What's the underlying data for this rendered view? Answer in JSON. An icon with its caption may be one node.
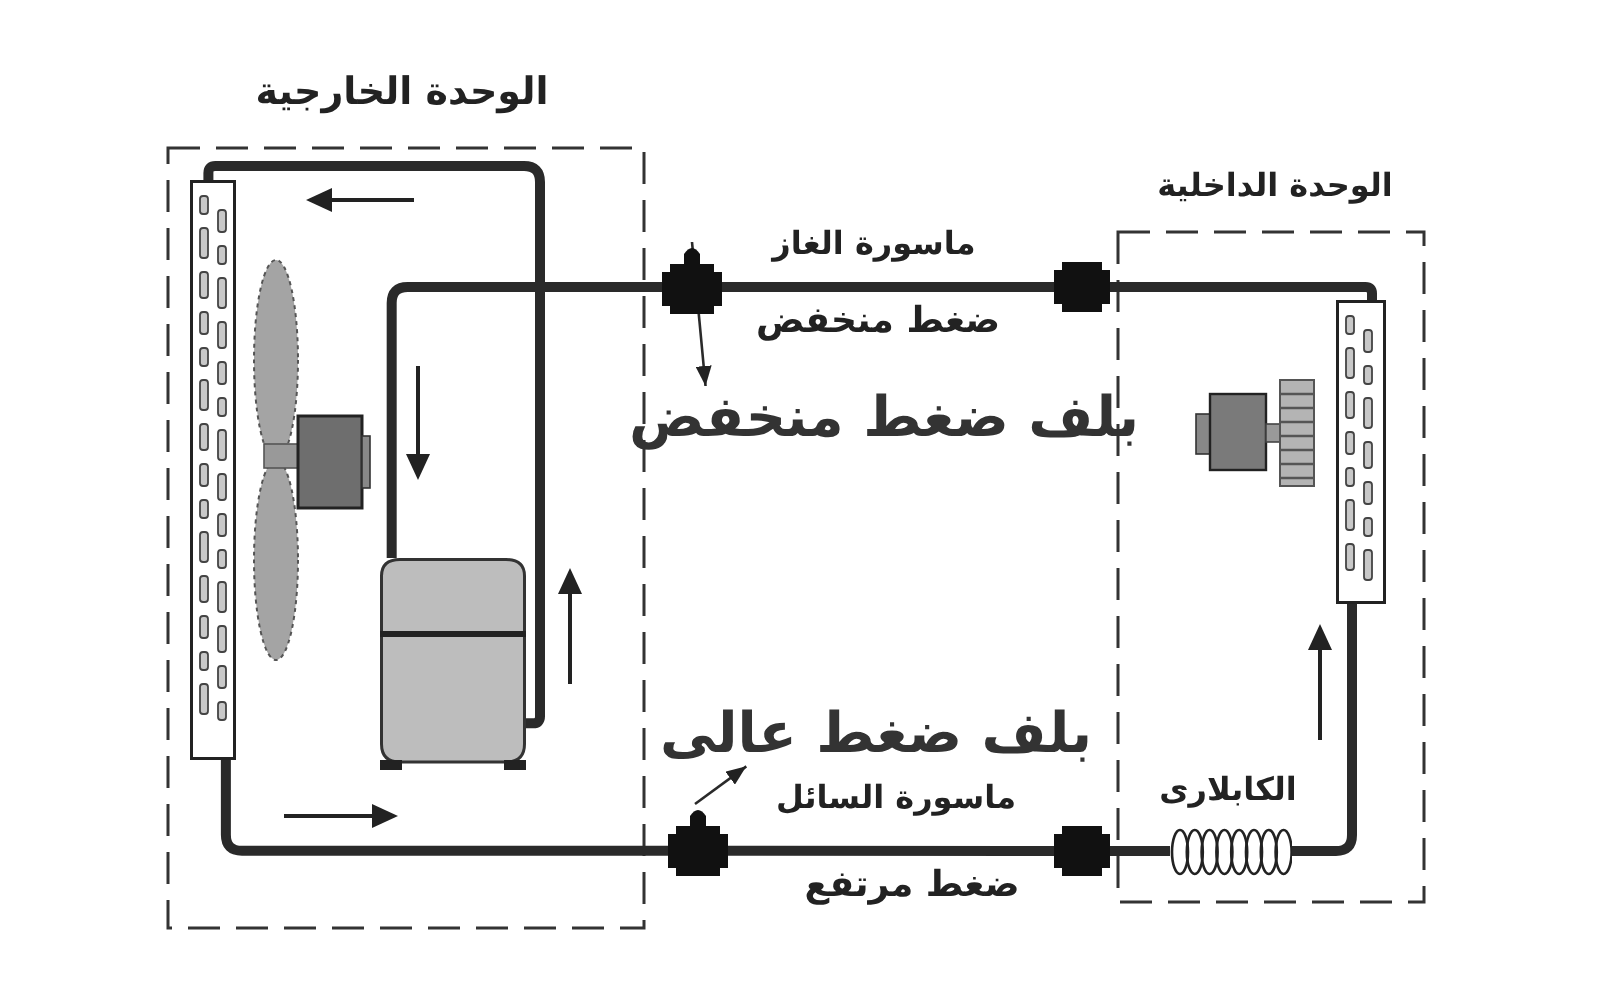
{
  "diagram": {
    "nodes": [
      {
        "text": [
          "الوحدة الخارجية"
        ]
      },
      {
        "text": [
          "الوحدة الداخلية"
        ]
      },
      {
        "text": [
          "بلف ضغط منخفض"
        ]
      },
      {
        "text": [],
        "shape": "box"
      },
      {
        "text": [
          "بلف ضغط عالى"
        ]
      },
      {
        "text": [],
        "shape": "box"
      },
      {
        "text": [],
        "shape": "box"
      },
      {
        "text": [],
        "shape": "box"
      },
      {
        "text": [],
        "shape": "picture",
        "in": 0
      },
      {
        "text": [],
        "shape": "cylinder",
        "in": 0
      },
      {
        "text": [],
        "shape": "picture",
        "in": 1
      },
      {
        "text": [],
        "shape": "picture",
        "in": 1
      }
    ],
    "edges": [
      {
        "from": 3,
        "to": 2,
        "arrow": "to"
      },
      {
        "from": 5,
        "to": 4,
        "arrow": "to"
      },
      {
        "from": 9,
        "to": 8,
        "arrow": "none"
      },
      {
        "from": 8,
        "to": 5,
        "arrow": "none"
      },
      {
        "from": 5,
        "to": 7,
        "arrow": "none"
      },
      {
        "from": 7,
        "to": 11,
        "arrow": "none"
      },
      {
        "from": 11,
        "to": 10,
        "arrow": "none"
      },
      {
        "from": 10,
        "to": 6,
        "arrow": "none"
      },
      {
        "from": 6,
        "to": 3,
        "arrow": "none"
      },
      {
        "from": 3,
        "to": 9,
        "arrow": "none"
      }
    ],
    "labels": [
      "ماسورة الغاز",
      "ضغط منخفض",
      "الكابلارى",
      "ماسورة السائل",
      "ضغط مرتفع"
    ]
  }
}
